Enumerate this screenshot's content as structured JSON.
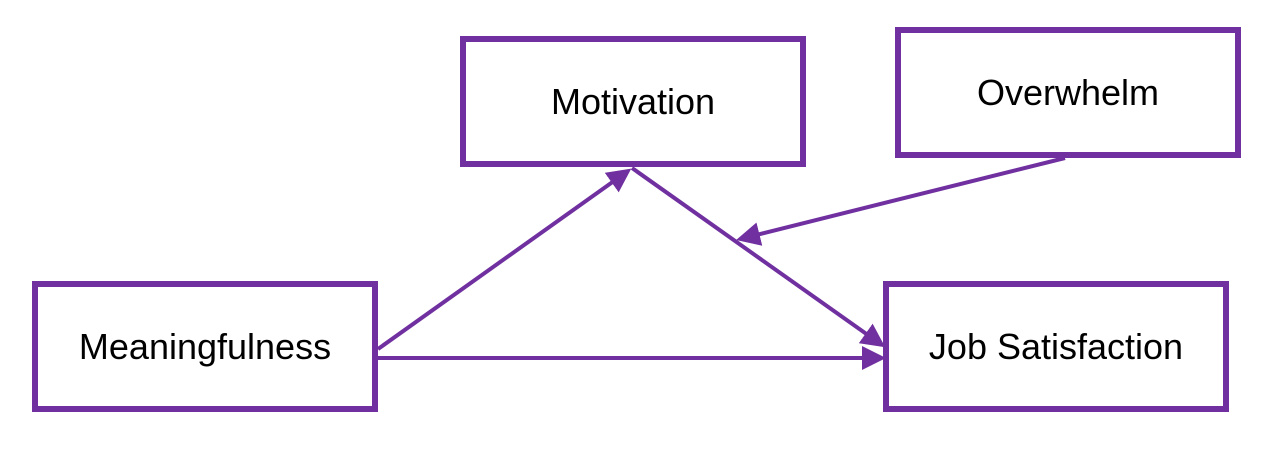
{
  "accent_color": "#7030A0",
  "nodes": {
    "motivation": "Motivation",
    "overwhelm": "Overwhelm",
    "meaningfulness": "Meaningfulness",
    "job_satisfaction": "Job Satisfaction"
  },
  "edges": [
    {
      "from": "Meaningfulness",
      "to": "Motivation"
    },
    {
      "from": "Motivation",
      "to": "Job Satisfaction"
    },
    {
      "from": "Meaningfulness",
      "to": "Job Satisfaction"
    },
    {
      "from": "Overwhelm",
      "to": "Motivation → Job Satisfaction path"
    }
  ]
}
